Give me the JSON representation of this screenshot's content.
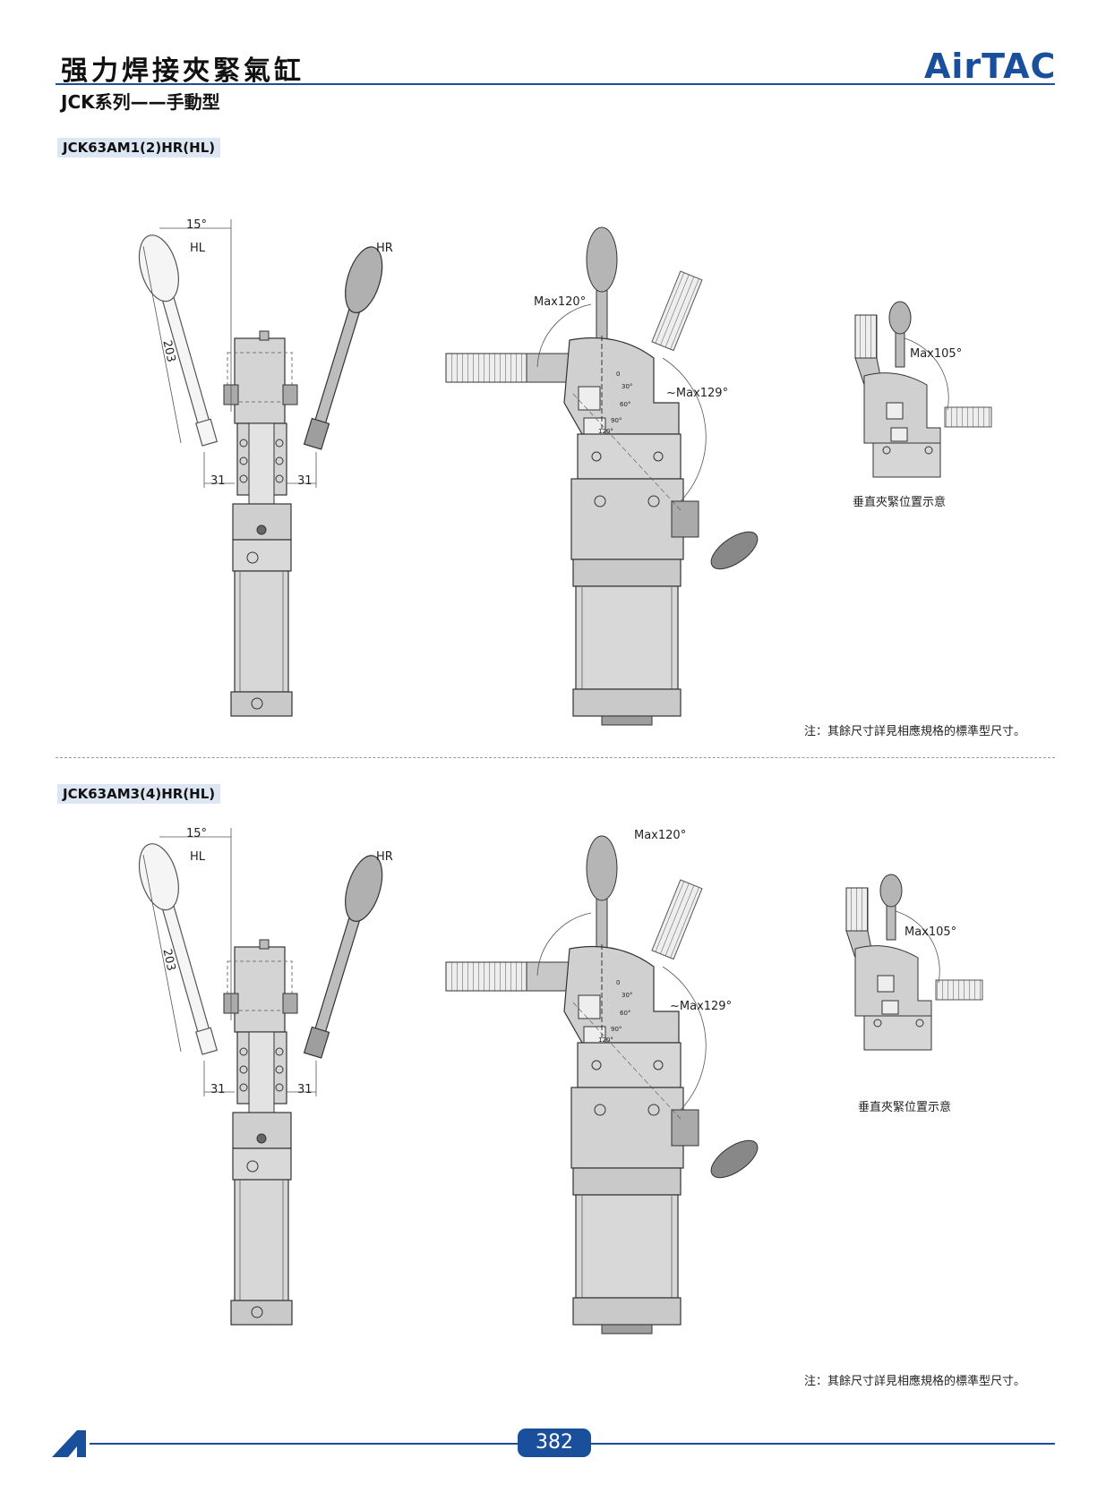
{
  "header": {
    "title": "强力焊接夾緊氣缸",
    "subtitle": "JCK系列——手動型",
    "logo": "AirTAC",
    "accent_color": "#1a4f9c"
  },
  "sections": [
    {
      "model": "JCK63AM1(2)HR(HL)",
      "front": {
        "angle": "15°",
        "left_label": "HL",
        "right_label": "HR",
        "length": "203",
        "dim_left": "31",
        "dim_right": "31"
      },
      "side": {
        "max_open": "Max120°",
        "max_swing": "~Max129°",
        "ticks": [
          "0",
          "30°",
          "60°",
          "90°",
          "120°"
        ]
      },
      "vertical": {
        "max": "Max105°",
        "caption": "垂直夾緊位置示意"
      },
      "note": "注：其餘尺寸詳見相應規格的標準型尺寸。"
    },
    {
      "model": "JCK63AM3(4)HR(HL)",
      "front": {
        "angle": "15°",
        "left_label": "HL",
        "right_label": "HR",
        "length": "203",
        "dim_left": "31",
        "dim_right": "31"
      },
      "side": {
        "max_open": "Max120°",
        "max_swing": "~Max129°",
        "ticks": [
          "0",
          "30°",
          "60°",
          "90°",
          "120°"
        ]
      },
      "vertical": {
        "max": "Max105°",
        "caption": "垂直夾緊位置示意"
      },
      "note": "注：其餘尺寸詳見相應規格的標準型尺寸。"
    }
  ],
  "footer": {
    "page_number": "382"
  }
}
